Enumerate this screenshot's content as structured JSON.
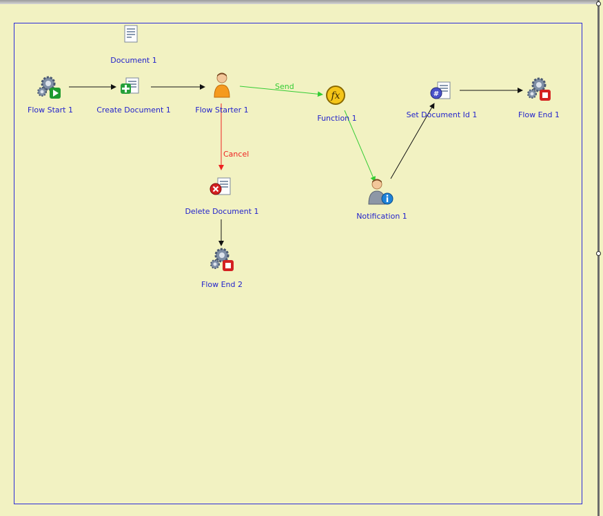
{
  "nodes": {
    "document_1": "Document 1",
    "flow_start_1": "Flow Start 1",
    "create_document_1": "Create Document 1",
    "flow_starter_1": "Flow Starter 1",
    "function_1": "Function 1",
    "notification_1": "Notification 1",
    "set_document_id_1": "Set Document Id 1",
    "flow_end_1": "Flow End 1",
    "delete_document_1": "Delete Document 1",
    "flow_end_2": "Flow End 2"
  },
  "edges": {
    "send": "Send",
    "cancel": "Cancel"
  },
  "colors": {
    "background": "#f2f2c2",
    "pool_border": "#2b2bd8",
    "label": "#2222cc",
    "send_edge": "#33cc33",
    "cancel_edge": "#ee2222",
    "default_edge": "#111111"
  }
}
